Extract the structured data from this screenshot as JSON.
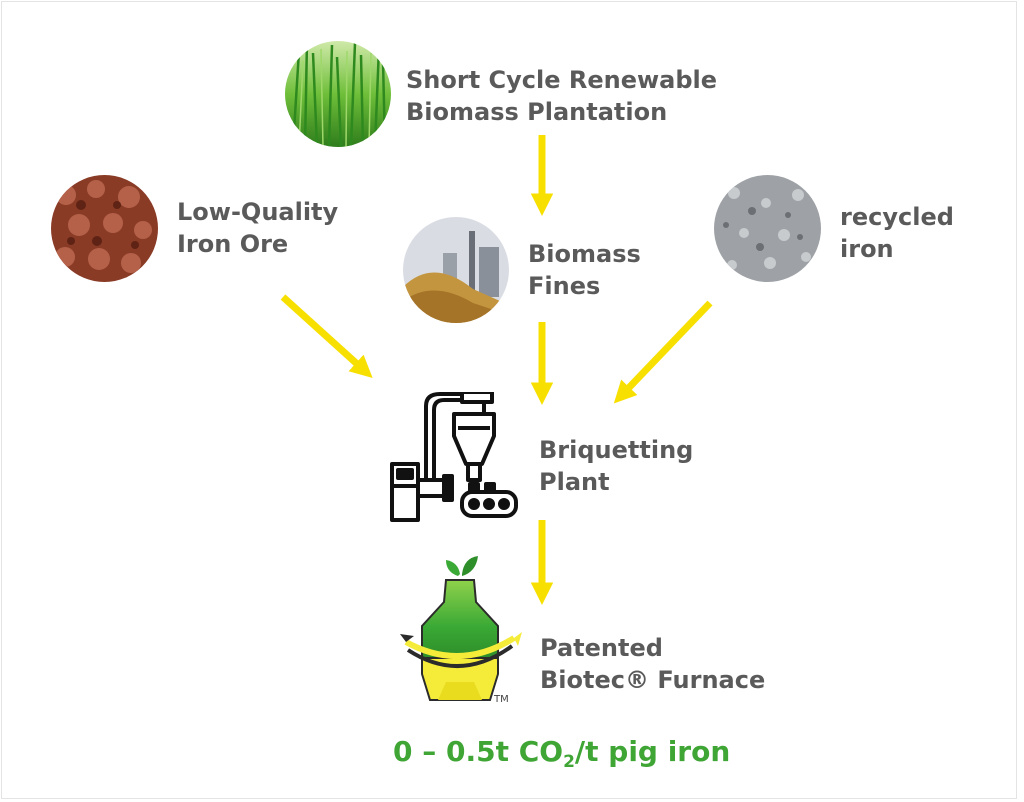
{
  "nodes": {
    "plantation": {
      "line1": "Short Cycle Renewable",
      "line2": "Biomass Plantation",
      "icon": "grass-photo"
    },
    "iron_ore": {
      "line1": "Low-Quality",
      "line2": "Iron Ore",
      "icon": "iron-ore-photo"
    },
    "biomass_fines": {
      "line1": "Biomass",
      "line2": "Fines",
      "icon": "wood-chips-photo"
    },
    "recycled": {
      "line1": "recycled",
      "line2": "iron",
      "icon": "gravel-photo"
    },
    "briquetting": {
      "line1": "Briquetting",
      "line2": "Plant",
      "icon": "briquetting-plant-icon"
    },
    "furnace": {
      "line1": "Patented",
      "line2": "Biotec® Furnace",
      "icon": "biotec-furnace-icon",
      "trademark": "TM"
    }
  },
  "footer": {
    "part1": "0 – 0.5t CO",
    "subscript": "2",
    "part2": "/t pig iron"
  },
  "colors": {
    "arrow": "#f7e000",
    "label": "#5a5a5a",
    "footer": "#3fa535",
    "furnace_green": "#3aa935",
    "furnace_yellow": "#f5ec3a"
  }
}
